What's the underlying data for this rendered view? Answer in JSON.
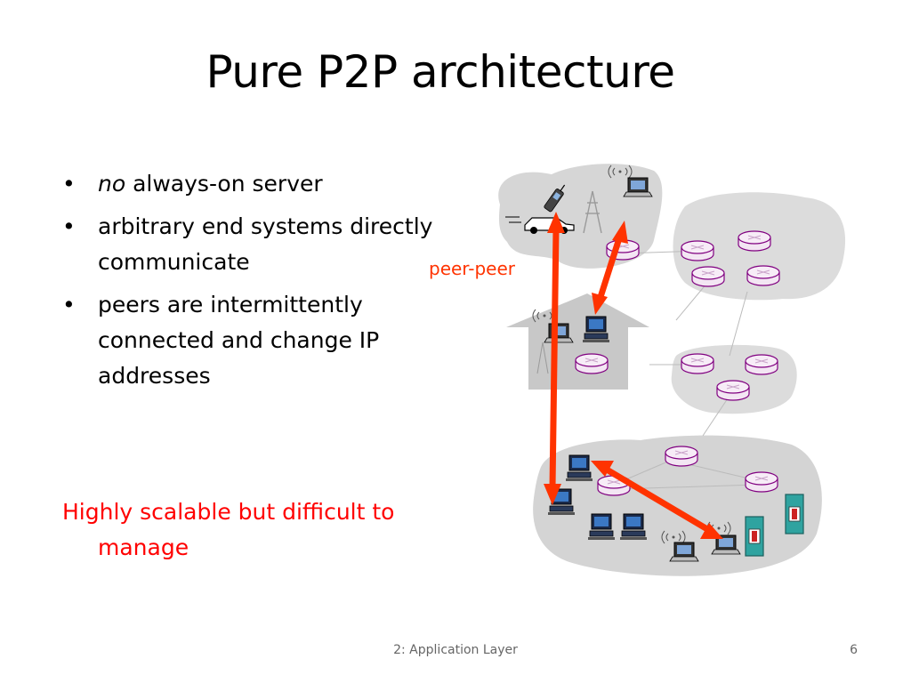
{
  "slide": {
    "title": "Pure P2P architecture",
    "bullet_symbol": "•",
    "bullets": [
      {
        "emphasis": "no",
        "text": " always-on server"
      },
      {
        "emphasis": "",
        "text": "arbitrary end systems directly communicate"
      },
      {
        "emphasis": "",
        "text": "peers are intermittently connected and change IP addresses"
      }
    ],
    "note": "Highly scalable but difficult to manage",
    "diagram_label": "peer-peer",
    "footer": "2: Application Layer",
    "page_number": "6"
  },
  "colors": {
    "note_text": "#ff0000",
    "label_text": "#ff3300",
    "arrow": "#ff3300",
    "cloud": "#dcdcdc",
    "router_stroke": "#800080",
    "server": "#2fa3a0"
  },
  "icons": [
    "cell-phone-icon",
    "car-icon",
    "antenna-tower-icon",
    "laptop-icon",
    "desktop-computer-icon",
    "router-icon",
    "server-icon",
    "house-icon",
    "double-arrow-icon"
  ]
}
